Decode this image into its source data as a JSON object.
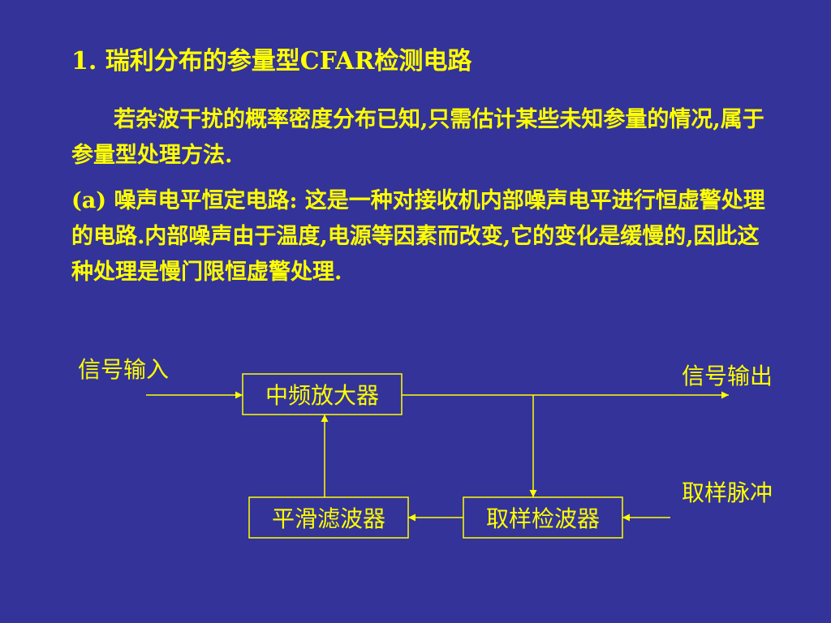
{
  "heading": "1. 瑞利分布的参量型CFAR检测电路",
  "paragraphs": {
    "intro": "若杂波干扰的概率密度分布已知,只需估计某些未知参量的情况,属于参量型处理方法.",
    "noise_circuit": "(a) 噪声电平恒定电路: 这是一种对接收机内部噪声电平进行恒虚警处理的电路.内部噪声由于温度,电源等因素而改变,它的变化是缓慢的,因此这种处理是慢门限恒虚警处理."
  },
  "diagram": {
    "signal_in": "信号输入",
    "signal_out": "信号输出",
    "sampling_pulse": "取样脉冲",
    "if_amplifier": "中频放大器",
    "smoothing_filter": "平滑滤波器",
    "sampling_detector": "取样检波器"
  },
  "colors": {
    "background": "#333399",
    "foreground": "#FFFF00"
  }
}
